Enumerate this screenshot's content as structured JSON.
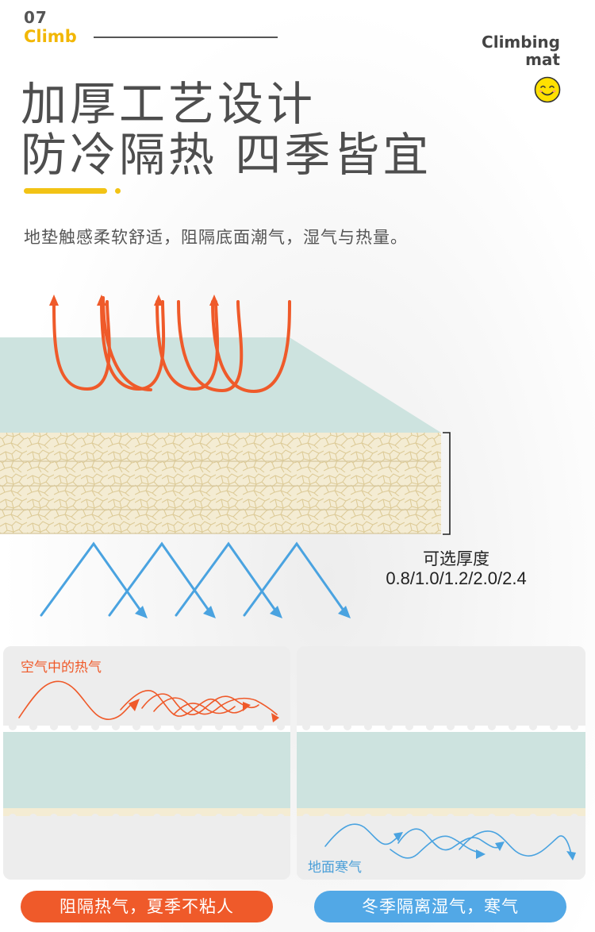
{
  "header": {
    "section_number": "07",
    "section_word": "Climb",
    "brand_line1": "Climbing",
    "brand_line2": "mat",
    "title_line1": "加厚工艺设计",
    "title_line2": "防冷隔热 四季皆宜",
    "description": "地垫触感柔软舒适，阻隔底面潮气，湿气与热量。"
  },
  "thickness": {
    "label": "可选厚度",
    "values": "0.8/1.0/1.2/2.0/2.4"
  },
  "panels": {
    "left_label": "空气中的热气",
    "right_label": "地面寒气",
    "left_pill": "阻隔热气，夏季不粘人",
    "right_pill": "冬季隔离湿气，寒气"
  },
  "colors": {
    "accent_yellow": "#f2c315",
    "hot_orange": "#ef5a2a",
    "cold_blue": "#52a8e6",
    "mat_top": "#cde3df",
    "mat_foam": "#f3ead0"
  }
}
